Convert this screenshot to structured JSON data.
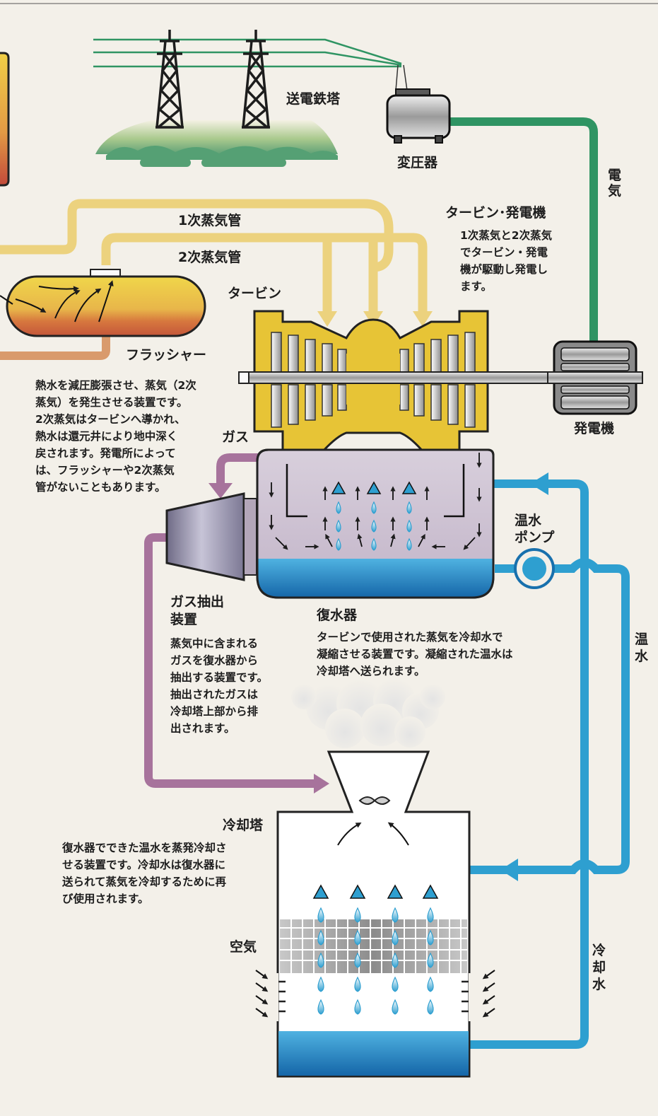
{
  "labels": {
    "tower": "送電鉄塔",
    "transformer": "変圧器",
    "electricity": [
      "電",
      "気"
    ],
    "primary_steam": "1次蒸気管",
    "secondary_steam": "2次蒸気管",
    "turbine": "タービン",
    "turbine_generator": "タービン･発電機",
    "flasher": "フラッシャー",
    "generator": "発電機",
    "gas": "ガス",
    "hot_water_pump": [
      "温水",
      "ポンプ"
    ],
    "hot_water": [
      "温",
      "水"
    ],
    "gas_extractor": [
      "ガス抽出",
      "装置"
    ],
    "condenser": "復水器",
    "cooling_tower": "冷却塔",
    "air": "空気",
    "cooling_water": [
      "冷",
      "却",
      "水"
    ]
  },
  "descriptions": {
    "turbine_generator": [
      "1次蒸気と2次蒸気",
      "でタービン・発電",
      "機が駆動し発電し",
      "ます。"
    ],
    "flasher": [
      "熱水を減圧膨張させ、蒸気（2次",
      "蒸気）を発生させる装置です。",
      "2次蒸気はタービンへ導かれ、",
      "熱水は還元井により地中深く",
      "戻されます。発電所によって",
      "は、フラッシャーや2次蒸気",
      "管がないこともあります。"
    ],
    "condenser": [
      "タービンで使用された蒸気を冷却水で",
      "凝縮させる装置です。凝縮された温水は",
      "冷却塔へ送られます。"
    ],
    "gas_extractor": [
      "蒸気中に含まれる",
      "ガスを復水器から",
      "抽出する装置です。",
      "抽出されたガスは",
      "冷却塔上部から排",
      "出されます。"
    ],
    "cooling_tower": [
      "復水器でできた温水を蒸発冷却さ",
      "せる装置です。冷却水は復水器に",
      "送られて蒸気を冷却するために再",
      "び使用されます。"
    ]
  },
  "colors": {
    "background": "#f3f0e9",
    "steam_pipe": "#ecd27e",
    "electric_line": "#2f9463",
    "water_pipe": "#2e9fd0",
    "gas_pipe": "#a7739c",
    "brine_pipe": "#d99a6c",
    "turbine_casing": "#e7c436",
    "condenser_body": "#cfc3d3"
  }
}
